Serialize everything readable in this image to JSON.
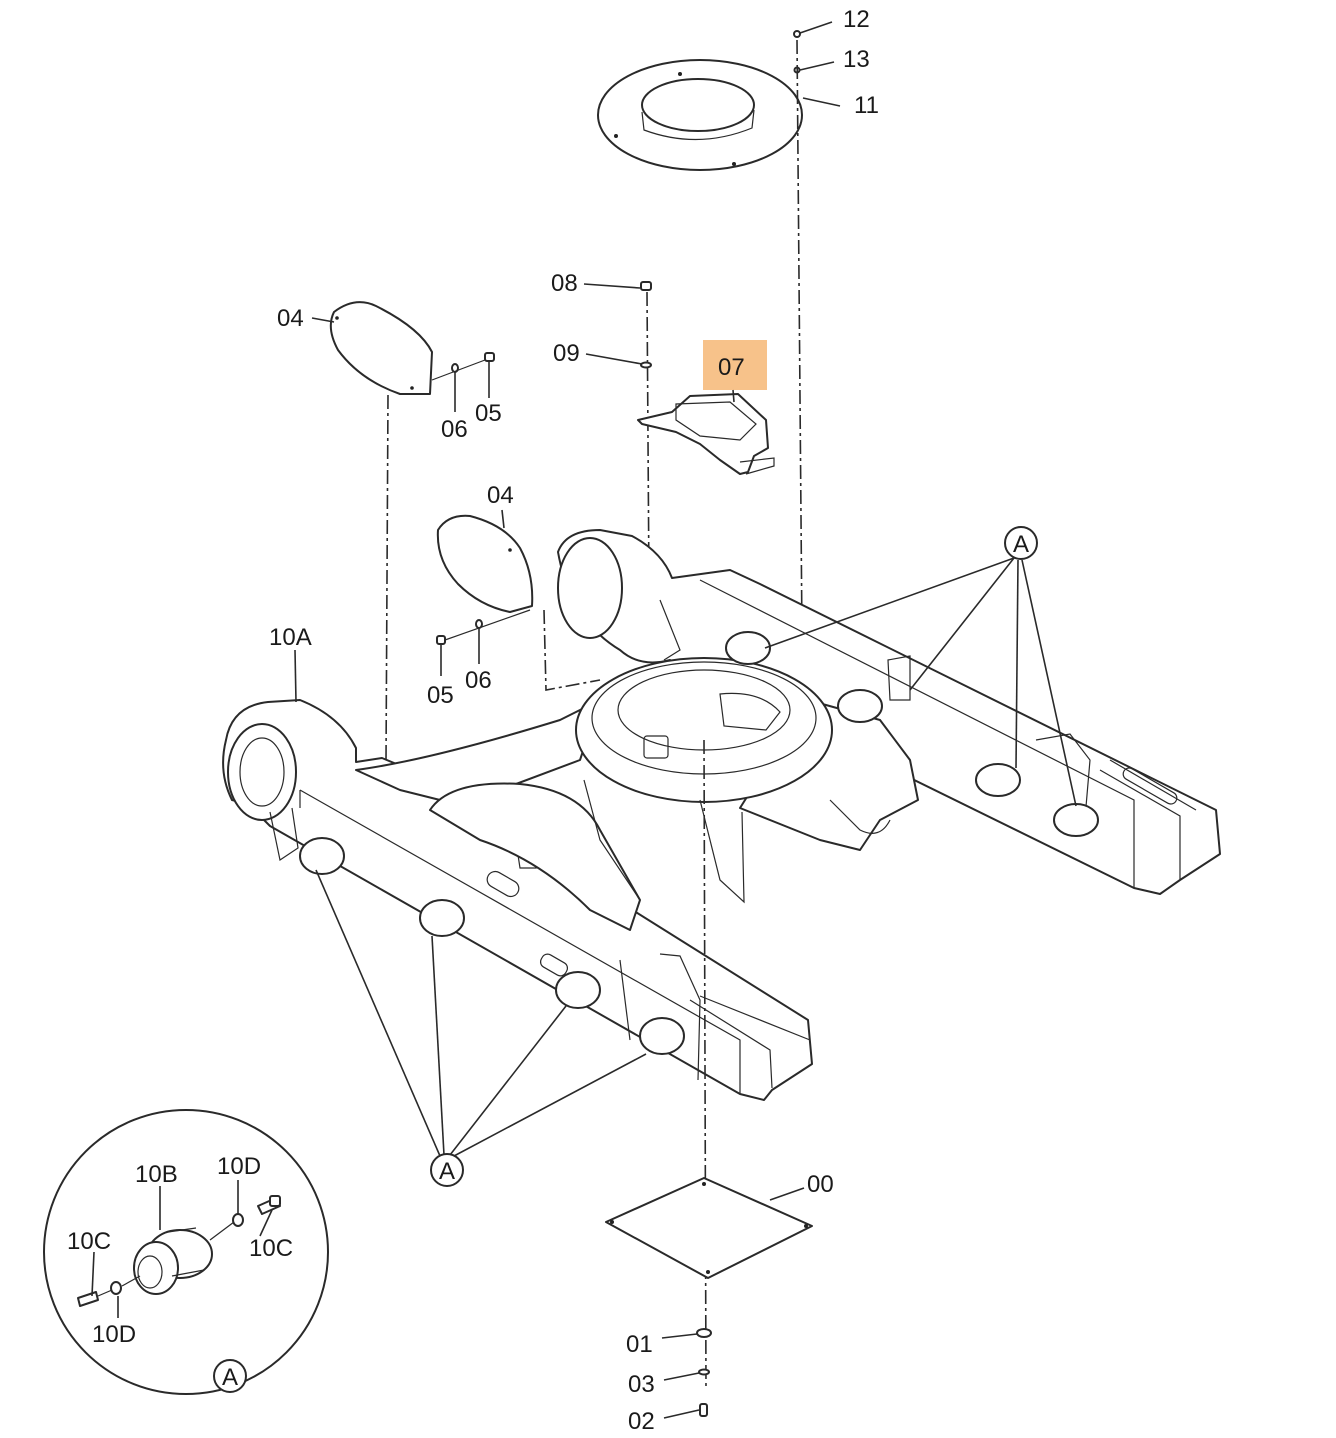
{
  "labels": {
    "l12": "12",
    "l13": "13",
    "l11": "11",
    "l08": "08",
    "l09": "09",
    "l07": "07",
    "l04a": "04",
    "l06a": "06",
    "l05a": "05",
    "l04b": "04",
    "l05b": "05",
    "l06b": "06",
    "l10A": "10A",
    "lA1": "A",
    "lA2": "A",
    "lA3": "A",
    "l10B": "10B",
    "l10Da": "10D",
    "l10Ca": "10C",
    "l10Cb": "10C",
    "l10Db": "10D",
    "l00": "00",
    "l01": "01",
    "l03": "03",
    "l02": "02"
  },
  "highlight_color": "#f7c28a"
}
